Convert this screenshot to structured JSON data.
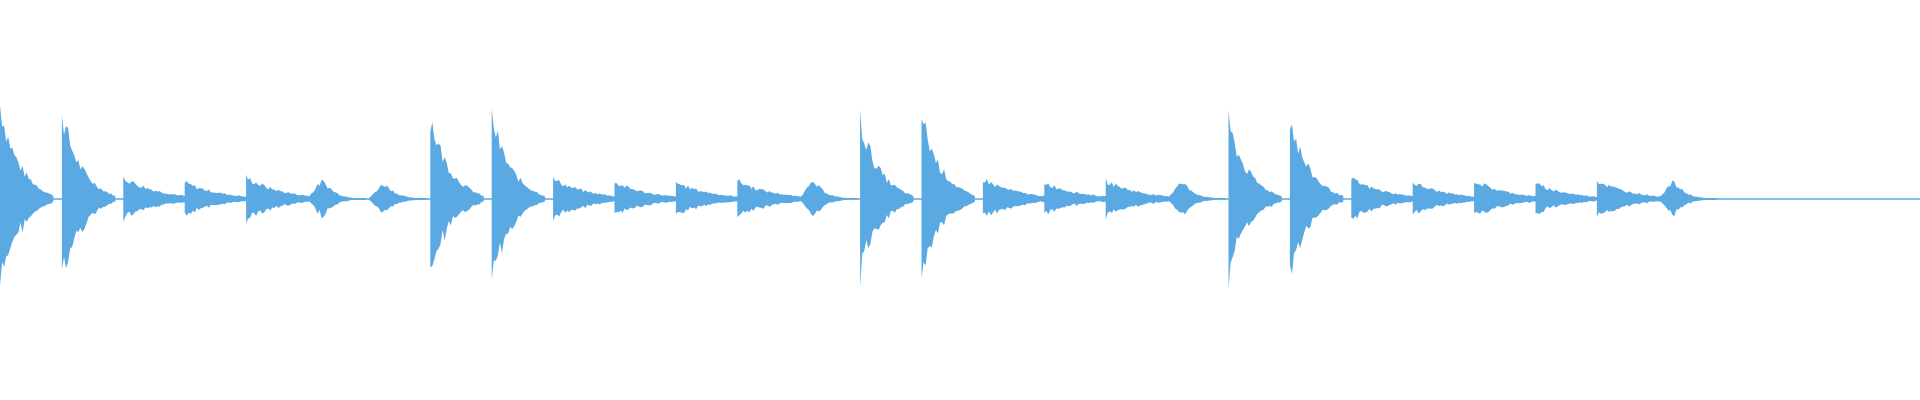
{
  "waveform": {
    "color": "#5aa9e3",
    "background": "#ffffff",
    "events": [
      {
        "index": 1,
        "amplitude": 0.57,
        "decay": "long"
      },
      {
        "index": 2,
        "amplitude": 0.52,
        "decay": "long"
      },
      {
        "index": 3,
        "amplitude": 0.13,
        "decay": "medium"
      },
      {
        "index": 4,
        "amplitude": 0.1,
        "decay": "medium"
      },
      {
        "index": 5,
        "amplitude": 0.13,
        "decay": "medium"
      },
      {
        "index": 6,
        "amplitude": 0.14,
        "decay": "short"
      },
      {
        "index": 7,
        "amplitude": 0.12,
        "decay": "short"
      },
      {
        "index": 8,
        "amplitude": 0.5,
        "decay": "long"
      },
      {
        "index": 9,
        "amplitude": 0.5,
        "decay": "long"
      },
      {
        "index": 10,
        "amplitude": 0.12,
        "decay": "medium"
      },
      {
        "index": 11,
        "amplitude": 0.1,
        "decay": "medium"
      },
      {
        "index": 12,
        "amplitude": 0.1,
        "decay": "medium"
      },
      {
        "index": 13,
        "amplitude": 0.11,
        "decay": "medium"
      },
      {
        "index": 14,
        "amplitude": 0.13,
        "decay": "short"
      },
      {
        "index": 15,
        "amplitude": 0.48,
        "decay": "long"
      },
      {
        "index": 16,
        "amplitude": 0.51,
        "decay": "long"
      },
      {
        "index": 17,
        "amplitude": 0.12,
        "decay": "medium"
      },
      {
        "index": 18,
        "amplitude": 0.1,
        "decay": "medium"
      },
      {
        "index": 19,
        "amplitude": 0.11,
        "decay": "medium"
      },
      {
        "index": 20,
        "amplitude": 0.13,
        "decay": "short"
      },
      {
        "index": 21,
        "amplitude": 0.46,
        "decay": "long"
      },
      {
        "index": 22,
        "amplitude": 0.49,
        "decay": "long"
      },
      {
        "index": 23,
        "amplitude": 0.12,
        "decay": "medium"
      },
      {
        "index": 24,
        "amplitude": 0.1,
        "decay": "medium"
      },
      {
        "index": 25,
        "amplitude": 0.11,
        "decay": "medium"
      },
      {
        "index": 26,
        "amplitude": 0.09,
        "decay": "medium"
      },
      {
        "index": 27,
        "amplitude": 0.11,
        "decay": "medium"
      },
      {
        "index": 28,
        "amplitude": 0.13,
        "decay": "short"
      }
    ]
  }
}
